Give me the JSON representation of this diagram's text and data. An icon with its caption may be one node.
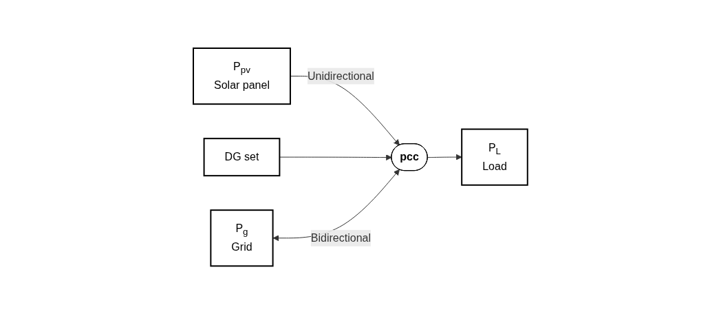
{
  "diagram": {
    "nodes": [
      {
        "text": [
          "P$_{pv}$",
          "Solar panel"
        ]
      },
      {
        "text": [
          "DG set"
        ]
      },
      {
        "text": [
          "P$_{g}$",
          "Grid"
        ]
      },
      {
        "text": [
          "pcc"
        ]
      },
      {
        "text": [
          "P$_{L}$",
          "Load"
        ]
      }
    ],
    "edges": [
      {
        "from": 0,
        "to": 3,
        "arrow": "to",
        "label": "Unidirectional"
      },
      {
        "from": 1,
        "to": 3,
        "arrow": "to"
      },
      {
        "from": 2,
        "to": 3,
        "arrow": "both",
        "label": "Bidirectional"
      },
      {
        "from": 3,
        "to": 4,
        "arrow": "to"
      }
    ]
  }
}
